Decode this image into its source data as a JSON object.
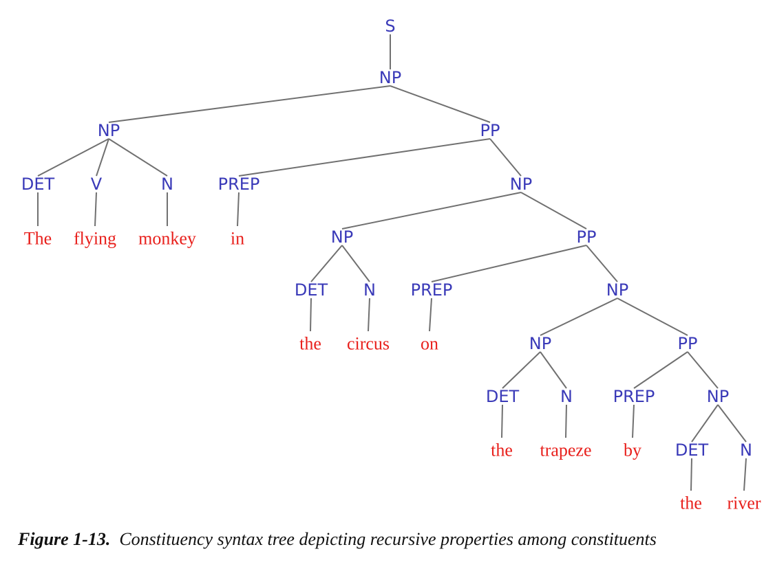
{
  "tree": {
    "nodes": [
      {
        "id": "s",
        "label": "S",
        "kind": "cat"
      },
      {
        "id": "np0",
        "label": "NP",
        "kind": "cat",
        "parent": "s"
      },
      {
        "id": "np1",
        "label": "NP",
        "kind": "cat",
        "parent": "np0"
      },
      {
        "id": "pp1",
        "label": "PP",
        "kind": "cat",
        "parent": "np0"
      },
      {
        "id": "det1",
        "label": "DET",
        "kind": "cat",
        "parent": "np1"
      },
      {
        "id": "v1",
        "label": "V",
        "kind": "cat",
        "parent": "np1"
      },
      {
        "id": "n1",
        "label": "N",
        "kind": "cat",
        "parent": "np1"
      },
      {
        "id": "prep1",
        "label": "PREP",
        "kind": "cat",
        "parent": "pp1"
      },
      {
        "id": "np2",
        "label": "NP",
        "kind": "cat",
        "parent": "pp1"
      },
      {
        "id": "w_the1",
        "label": "The",
        "kind": "word",
        "parent": "det1"
      },
      {
        "id": "w_flying",
        "label": "flying",
        "kind": "word",
        "parent": "v1"
      },
      {
        "id": "w_monkey",
        "label": "monkey",
        "kind": "word",
        "parent": "n1"
      },
      {
        "id": "w_in",
        "label": "in",
        "kind": "word",
        "parent": "prep1"
      },
      {
        "id": "np3",
        "label": "NP",
        "kind": "cat",
        "parent": "np2"
      },
      {
        "id": "pp2",
        "label": "PP",
        "kind": "cat",
        "parent": "np2"
      },
      {
        "id": "det2",
        "label": "DET",
        "kind": "cat",
        "parent": "np3"
      },
      {
        "id": "n2",
        "label": "N",
        "kind": "cat",
        "parent": "np3"
      },
      {
        "id": "prep2",
        "label": "PREP",
        "kind": "cat",
        "parent": "pp2"
      },
      {
        "id": "np4",
        "label": "NP",
        "kind": "cat",
        "parent": "pp2"
      },
      {
        "id": "w_the2",
        "label": "the",
        "kind": "word",
        "parent": "det2"
      },
      {
        "id": "w_circus",
        "label": "circus",
        "kind": "word",
        "parent": "n2"
      },
      {
        "id": "w_on",
        "label": "on",
        "kind": "word",
        "parent": "prep2"
      },
      {
        "id": "np5",
        "label": "NP",
        "kind": "cat",
        "parent": "np4"
      },
      {
        "id": "pp3",
        "label": "PP",
        "kind": "cat",
        "parent": "np4"
      },
      {
        "id": "det3",
        "label": "DET",
        "kind": "cat",
        "parent": "np5"
      },
      {
        "id": "n3",
        "label": "N",
        "kind": "cat",
        "parent": "np5"
      },
      {
        "id": "prep3",
        "label": "PREP",
        "kind": "cat",
        "parent": "pp3"
      },
      {
        "id": "np6",
        "label": "NP",
        "kind": "cat",
        "parent": "pp3"
      },
      {
        "id": "w_the3",
        "label": "the",
        "kind": "word",
        "parent": "det3"
      },
      {
        "id": "w_trapeze",
        "label": "trapeze",
        "kind": "word",
        "parent": "n3"
      },
      {
        "id": "w_by",
        "label": "by",
        "kind": "word",
        "parent": "prep3"
      },
      {
        "id": "det4",
        "label": "DET",
        "kind": "cat",
        "parent": "np6"
      },
      {
        "id": "n4",
        "label": "N",
        "kind": "cat",
        "parent": "np6"
      },
      {
        "id": "w_the4",
        "label": "the",
        "kind": "word",
        "parent": "det4"
      },
      {
        "id": "w_river",
        "label": "river",
        "kind": "word",
        "parent": "n4"
      }
    ]
  },
  "caption": {
    "label": "Figure 1-13.",
    "text": "Constituency syntax tree depicting recursive properties among constituents"
  },
  "colors": {
    "category": "#3a3ab8",
    "word": "#e8201c",
    "edge": "#707070"
  }
}
